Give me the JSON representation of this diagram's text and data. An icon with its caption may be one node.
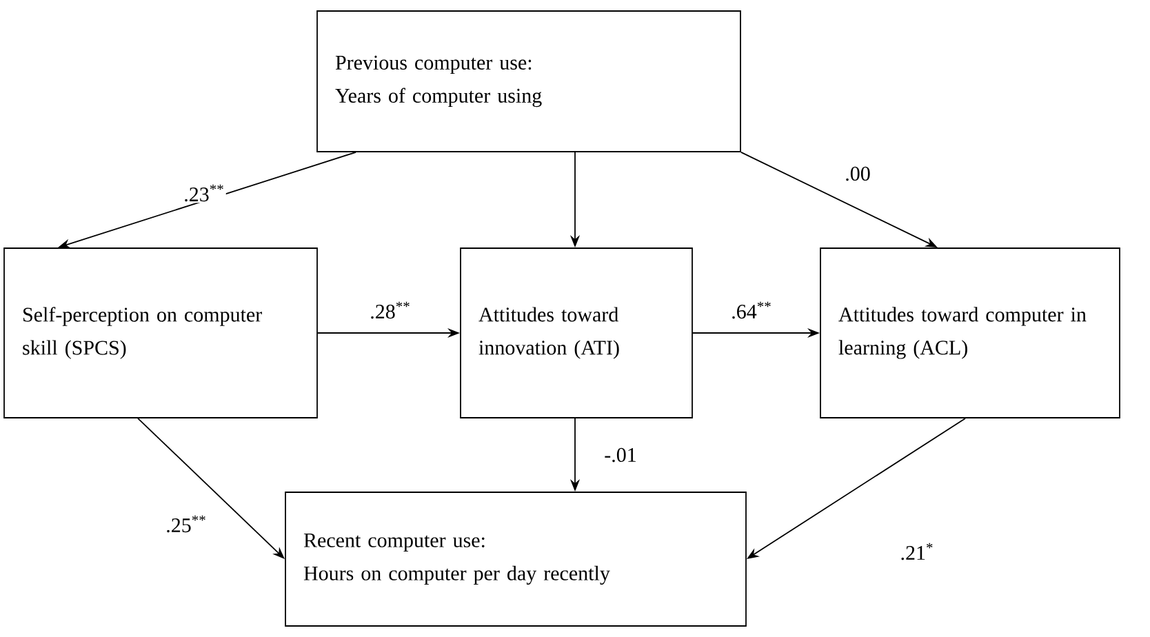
{
  "diagram": {
    "nodes": [
      {
        "text": [
          "Previous computer use:",
          "Years of computer using"
        ]
      },
      {
        "text": [
          "Self-perception on computer skill (SPCS)"
        ]
      },
      {
        "text": [
          "Attitudes toward innovation (ATI)"
        ]
      },
      {
        "text": [
          "Attitudes toward computer in learning (ACL)"
        ]
      },
      {
        "text": [
          "Recent computer use:",
          "Hours on computer per day recently"
        ]
      }
    ],
    "edges": [
      {
        "from": 0,
        "to": 1,
        "arrow": "to",
        "label": ".23$^{**}$"
      },
      {
        "from": 0,
        "to": 2,
        "arrow": "to"
      },
      {
        "from": 0,
        "to": 3,
        "arrow": "to",
        "label": ".00"
      },
      {
        "from": 1,
        "to": 2,
        "arrow": "to",
        "label": ".28$^{**}$"
      },
      {
        "from": 2,
        "to": 3,
        "arrow": "to",
        "label": ".64$^{**}$"
      },
      {
        "from": 2,
        "to": 4,
        "arrow": "to",
        "label": "-.01"
      },
      {
        "from": 1,
        "to": 4,
        "arrow": "to",
        "label": ".25$^{**}$"
      },
      {
        "from": 3,
        "to": 4,
        "arrow": "to",
        "label": ".21$^{*}$"
      }
    ]
  }
}
